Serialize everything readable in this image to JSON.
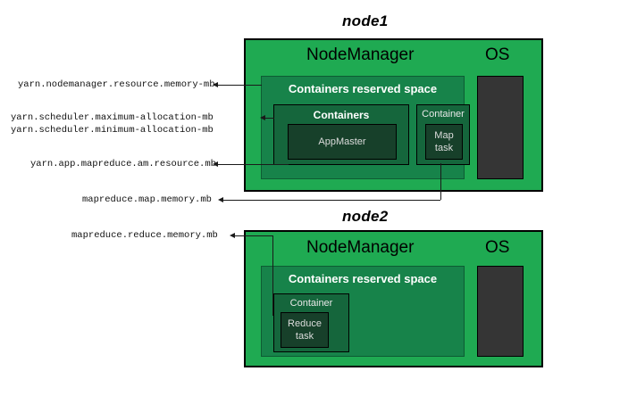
{
  "diagram": {
    "title_node1": "node1",
    "title_node2": "node2",
    "nodemanager_label": "NodeManager",
    "os_label": "OS",
    "reserved_label": "Containers reserved space",
    "containers_label": "Containers",
    "container_label": "Container",
    "appmaster_label": "AppMaster",
    "map_task_label": "Map\ntask",
    "reduce_task_label": "Reduce\ntask"
  },
  "properties": {
    "nodemanager_memory": "yarn.nodemanager.resource.memory-mb",
    "scheduler_max": "yarn.scheduler.maximum-allocation-mb",
    "scheduler_min": "yarn.scheduler.minimum-allocation-mb",
    "am_resource": "yarn.app.mapreduce.am.resource.mb",
    "map_memory": "mapreduce.map.memory.mb",
    "reduce_memory": "mapreduce.reduce.memory.mb"
  },
  "colors": {
    "node_green": "#1faa52",
    "reserved_green": "#17834a",
    "containers_green": "#15663c",
    "task_green": "#17402a",
    "os_gray": "#353535",
    "line": "#1a1a1a"
  }
}
